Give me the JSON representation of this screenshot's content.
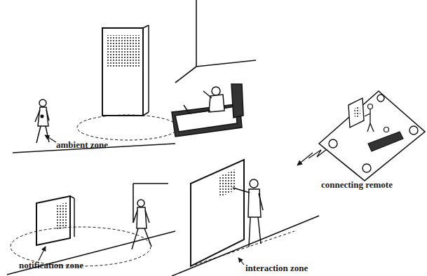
{
  "diagram": {
    "labels": [
      "ambient zone",
      "notification zone",
      "interaction zone",
      "connecting remote"
    ]
  }
}
